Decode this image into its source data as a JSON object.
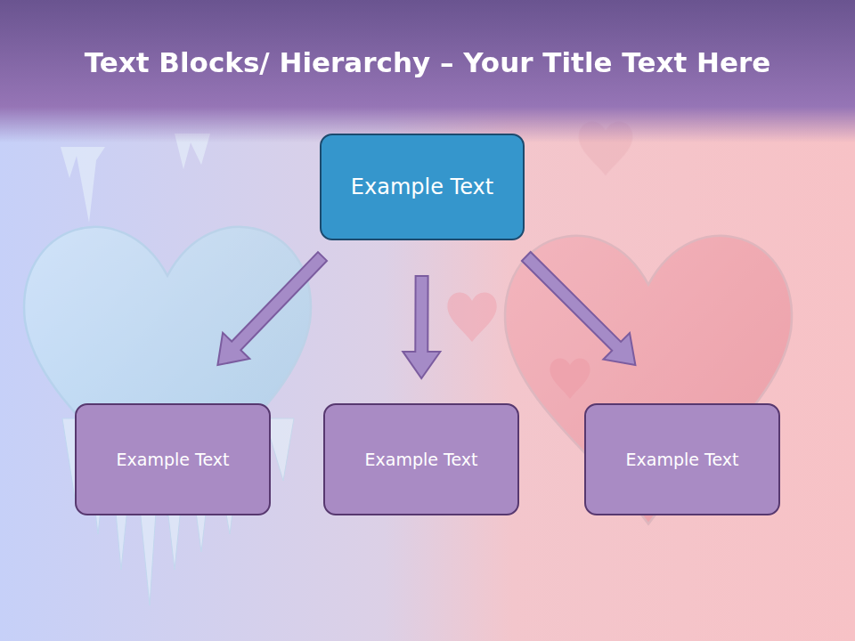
{
  "diagram": {
    "title": "Text Blocks/ Hierarchy – Your Title Text Here",
    "nodes": [
      {
        "text": [
          "Example Text"
        ]
      },
      {
        "text": [
          "Example Text"
        ]
      },
      {
        "text": [
          "Example Text"
        ]
      },
      {
        "text": [
          "Example Text"
        ]
      }
    ],
    "edges": [
      {
        "from": 0,
        "to": 1,
        "arrow": "to"
      },
      {
        "from": 0,
        "to": 2,
        "arrow": "to"
      },
      {
        "from": 0,
        "to": 3,
        "arrow": "to"
      }
    ]
  }
}
